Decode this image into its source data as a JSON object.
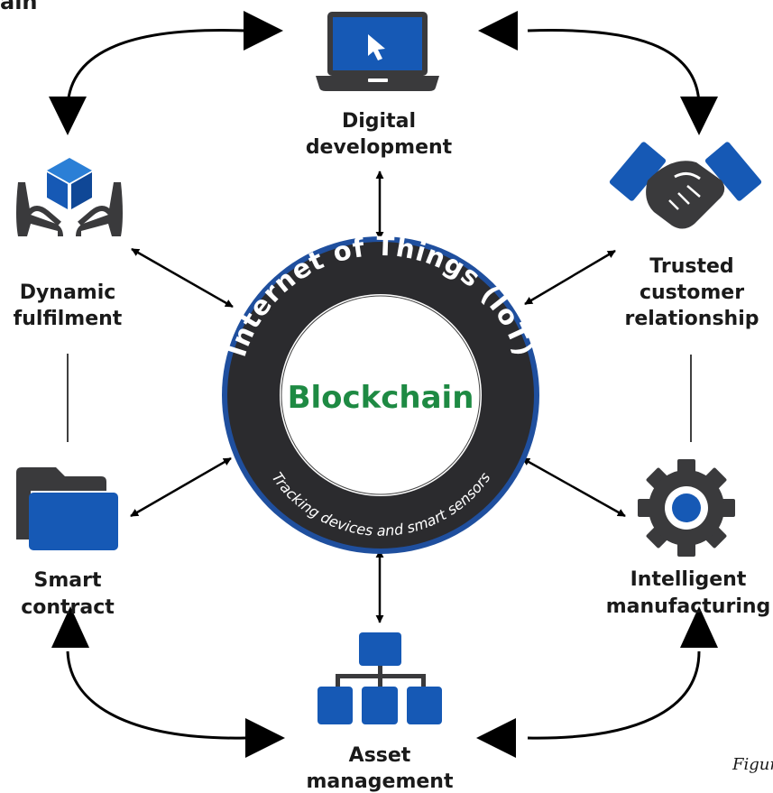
{
  "header": {
    "title_fragment": "ain"
  },
  "hub": {
    "ring_text": "Internet of Things (IoT)",
    "ring_subtext": "Tracking devices and smart sensors",
    "center_label": "Blockchain"
  },
  "nodes": [
    {
      "id": "digital",
      "line1": "Digital",
      "line2": "development",
      "icon": "laptop-icon"
    },
    {
      "id": "trusted",
      "line1": "Trusted",
      "line2": "customer",
      "line3": "relationship",
      "icon": "handshake-icon"
    },
    {
      "id": "intelligent",
      "line1": "Intelligent",
      "line2": "manufacturing",
      "icon": "gear-icon"
    },
    {
      "id": "asset",
      "line1": "Asset",
      "line2": "management",
      "icon": "hierarchy-icon"
    },
    {
      "id": "smart",
      "line1": "Smart",
      "line2": "contract",
      "icon": "folder-icon"
    },
    {
      "id": "dynamic",
      "line1": "Dynamic",
      "line2": "fulfilment",
      "icon": "hands-box-icon"
    }
  ],
  "caption_fragment": "Figur",
  "colors": {
    "blue": "#1659b5",
    "dark": "#3a3a3c",
    "green": "#1e8a43",
    "ring_edge": "#1f4f9e"
  }
}
